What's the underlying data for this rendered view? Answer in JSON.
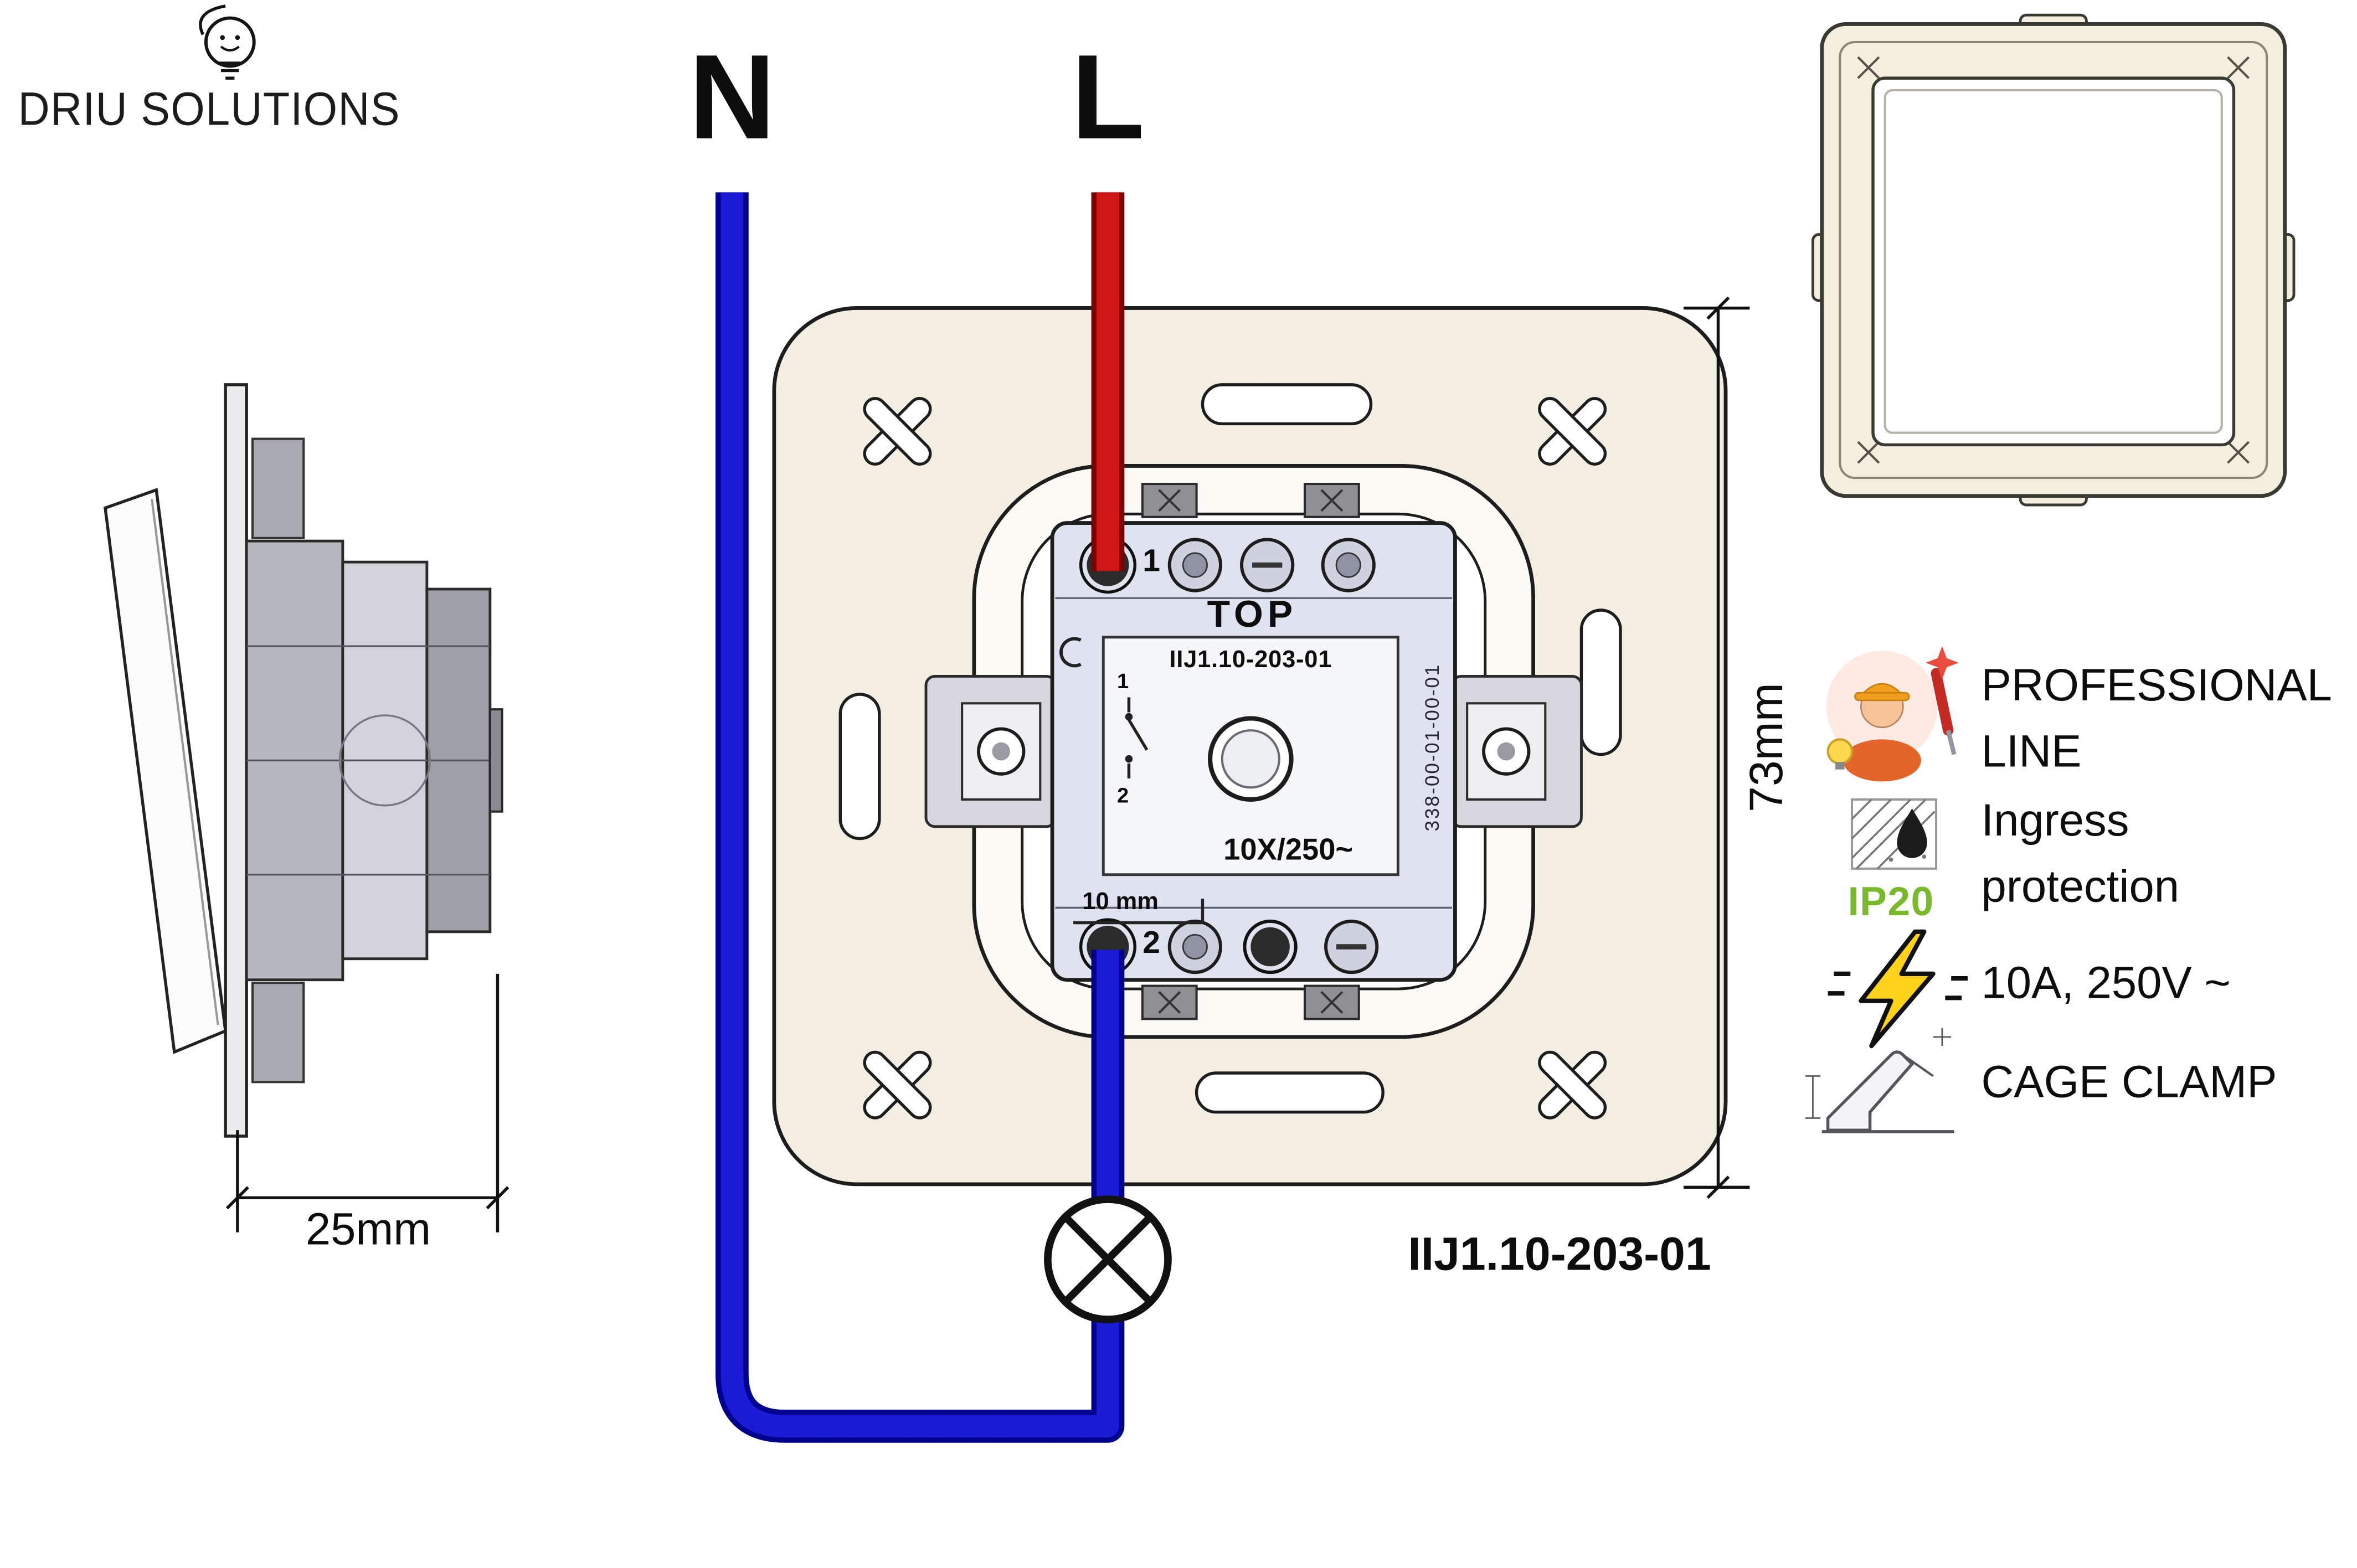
{
  "logo": {
    "text": "DRIU SOLUTIONS"
  },
  "wiring_diagram": {
    "neutral_label": "N",
    "line_label": "L",
    "product_code": "IIJ1.10-203-01",
    "height_dimension": "73mm",
    "depth_dimension": "25mm",
    "mechanism": {
      "top_marking": "TOP",
      "model": "IIJ1.10-203-01",
      "terminal_top": "1",
      "terminal_bottom": "2",
      "schematic_terminal_1": "1",
      "schematic_terminal_2": "2",
      "rating": "10X/250~",
      "strip_length": "10 mm",
      "side_code": "338-00-01-00-01"
    }
  },
  "features": {
    "professional": {
      "line1": "PROFESSIONAL",
      "line2": "LINE"
    },
    "ingress": {
      "badge": "IP20",
      "line1": "Ingress",
      "line2": "protection"
    },
    "electrical_rating": "10A, 250V ~",
    "cage_clamp": "CAGE CLAMP"
  },
  "colors": {
    "neutral_wire": "#1b1bd6",
    "line_wire": "#cf1616",
    "ip20_green": "#7ab82c",
    "plate": "#f2eee1"
  }
}
